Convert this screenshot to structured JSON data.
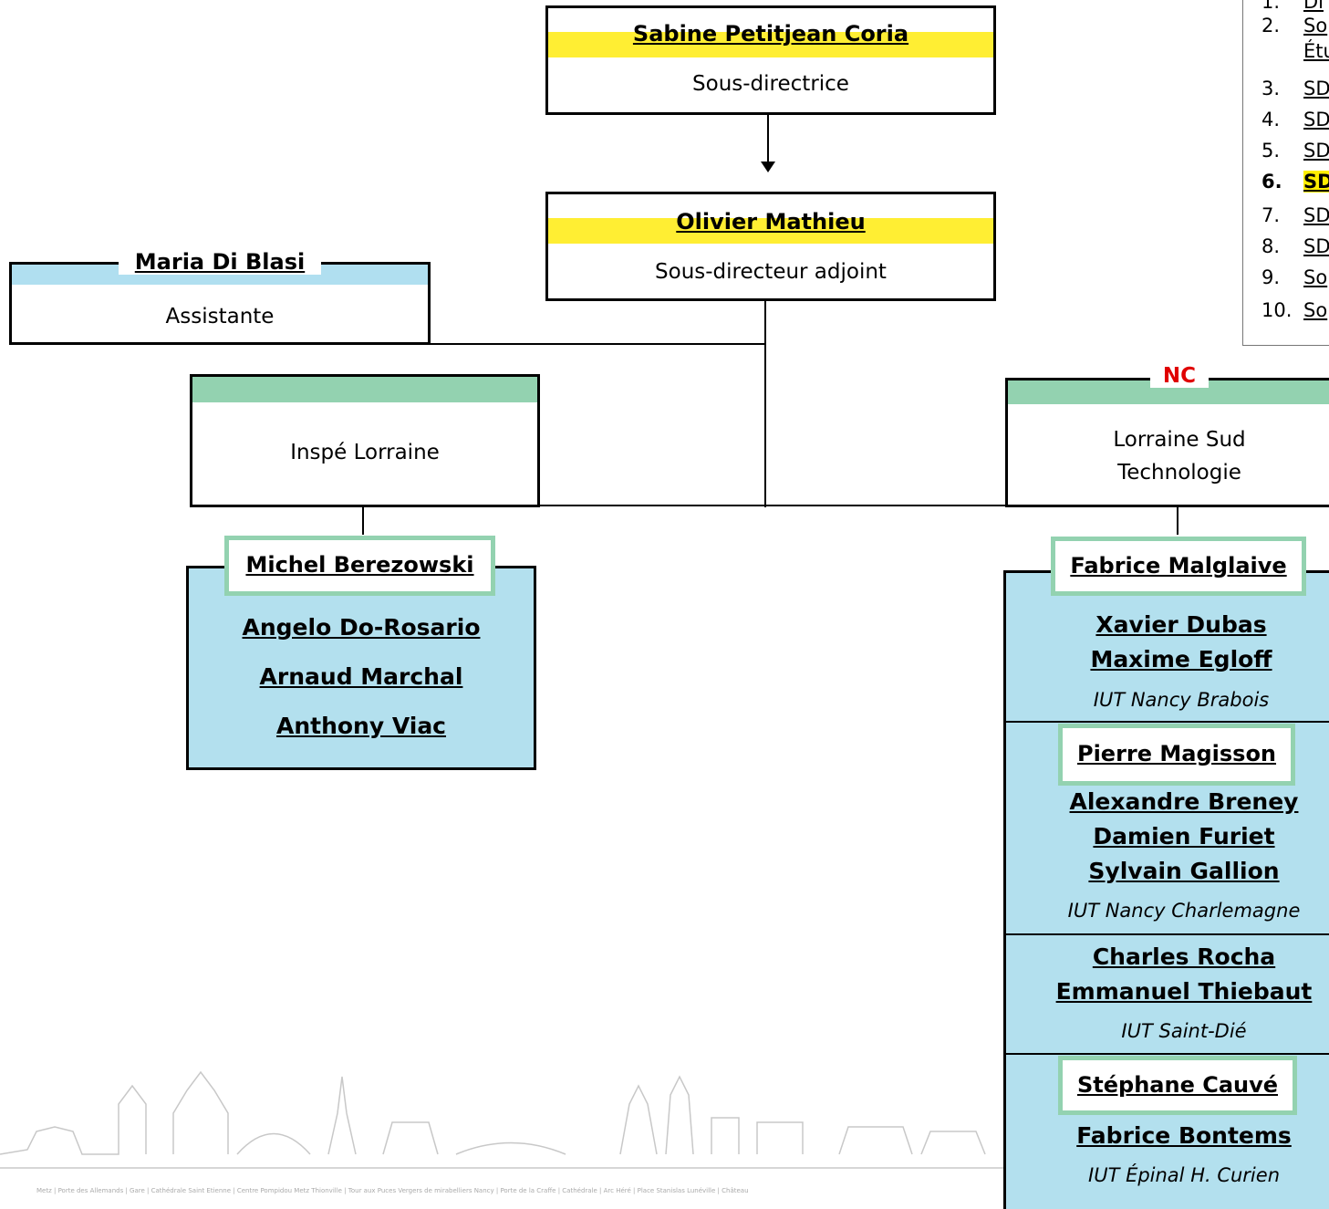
{
  "director": {
    "name": "Sabine Petitjean Coria",
    "role": "Sous-directrice"
  },
  "deputy": {
    "name": "Olivier Mathieu",
    "role": "Sous-directeur adjoint"
  },
  "assistant": {
    "name": "Maria Di Blasi",
    "role": "Assistante"
  },
  "left_unit": {
    "title": "Inspé Lorraine",
    "lead": "Michel Berezowski",
    "members": [
      "Angelo Do-Rosario",
      "Arnaud Marchal",
      "Anthony Viac"
    ]
  },
  "right_unit": {
    "tag": "NC",
    "title_line1": "Lorraine Sud",
    "title_line2": "Technologie",
    "lead": "Fabrice Malglaive",
    "groups": [
      {
        "members": [
          "Xavier Dubas",
          "Maxime Egloff"
        ],
        "site": "IUT Nancy Brabois"
      },
      {
        "lead": "Pierre Magisson",
        "members": [
          "Alexandre Breney",
          "Damien Furiet",
          "Sylvain Gallion"
        ],
        "site": "IUT Nancy Charlemagne"
      },
      {
        "members": [
          "Charles Rocha",
          "Emmanuel Thiebaut"
        ],
        "site": "IUT Saint-Dié"
      },
      {
        "lead": "Stéphane Cauvé",
        "members": [
          "Fabrice Bontems"
        ],
        "site": "IUT Épinal H. Curien"
      }
    ]
  },
  "toc": {
    "items": [
      {
        "num": "1.",
        "label": "Di"
      },
      {
        "num": "2.",
        "label": "So",
        "label2": "Étu"
      },
      {
        "num": "3.",
        "label": "SD"
      },
      {
        "num": "4.",
        "label": "SD"
      },
      {
        "num": "5.",
        "label": "SD"
      },
      {
        "num": "6.",
        "label": "SD",
        "active": true
      },
      {
        "num": "7.",
        "label": "SD"
      },
      {
        "num": "8.",
        "label": "SD"
      },
      {
        "num": "9.",
        "label": "So"
      },
      {
        "num": "10.",
        "label": "So"
      }
    ]
  },
  "footer": {
    "caption": "Metz | Porte des Allemands | Gare | Cathédrale Saint Etienne | Centre Pompidou Metz      Thionville | Tour aux Puces   Vergers de mirabelliers      Nancy | Porte de la Craffe | Cathédrale | Arc Héré | Place Stanislas      Lunéville | Château"
  }
}
